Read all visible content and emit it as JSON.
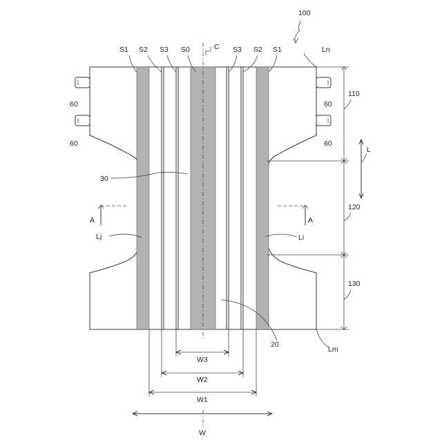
{
  "labels": {
    "ref_100": "100",
    "S1_left": "S1",
    "S2_left": "S2",
    "S3_left": "S3",
    "S0": "S0",
    "C": "C",
    "S3_right": "S3",
    "S2_right": "S2",
    "S1_right": "S1",
    "Ln": "Ln",
    "ref_110": "110",
    "ref_120": "120",
    "ref_130": "130",
    "ref_60_1": "60",
    "ref_60_2": "60",
    "ref_60_3": "60",
    "ref_60_4": "60",
    "L": "L",
    "ref_30": "30",
    "A_left": "A",
    "A_right": "A",
    "Lj": "Lj",
    "Li": "Li",
    "ref_20": "20",
    "Lm": "Lm",
    "W3": "W3",
    "W2": "W2",
    "W1": "W1",
    "W": "W"
  }
}
